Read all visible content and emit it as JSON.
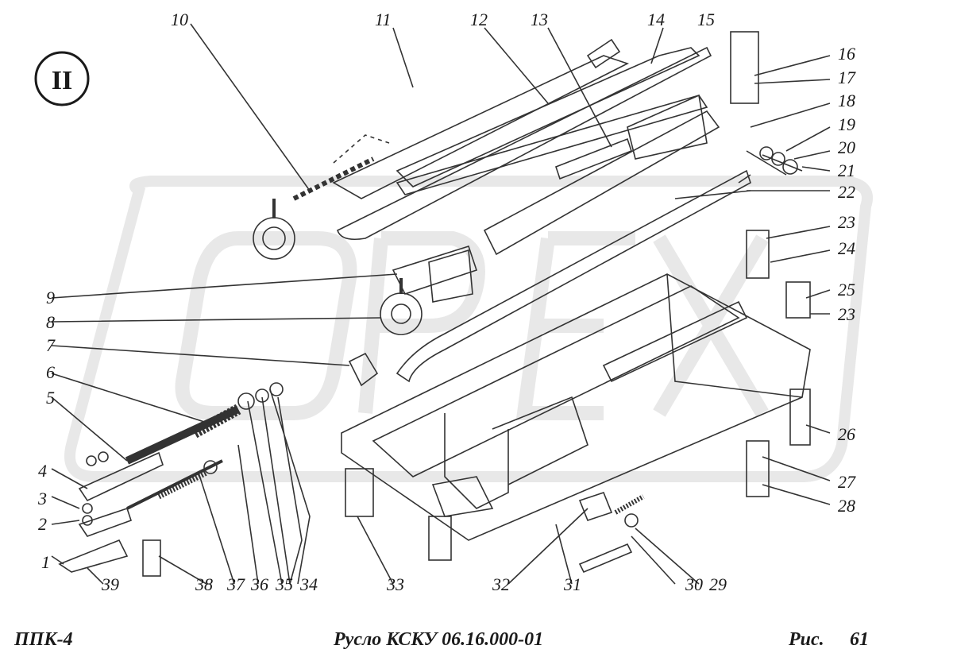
{
  "badge": {
    "label": "II"
  },
  "footer": {
    "left": "ППК-4",
    "center": "Русло КСКУ 06.16.000-01",
    "right_label": "Рис.",
    "right_number": "61"
  },
  "watermark": {
    "text": "OPEX"
  },
  "callouts": [
    "1",
    "2",
    "3",
    "4",
    "5",
    "6",
    "7",
    "8",
    "9",
    "10",
    "11",
    "12",
    "13",
    "14",
    "15",
    "16",
    "17",
    "18",
    "19",
    "20",
    "21",
    "22",
    "23",
    "24",
    "25",
    "26",
    "27",
    "28",
    "29",
    "30",
    "31",
    "32",
    "33",
    "34",
    "35",
    "36",
    "37",
    "38",
    "39"
  ],
  "colors": {
    "ink": "#1a1a1a",
    "line": "#333333",
    "watermark": "#d9d9d9",
    "bg": "#ffffff"
  }
}
